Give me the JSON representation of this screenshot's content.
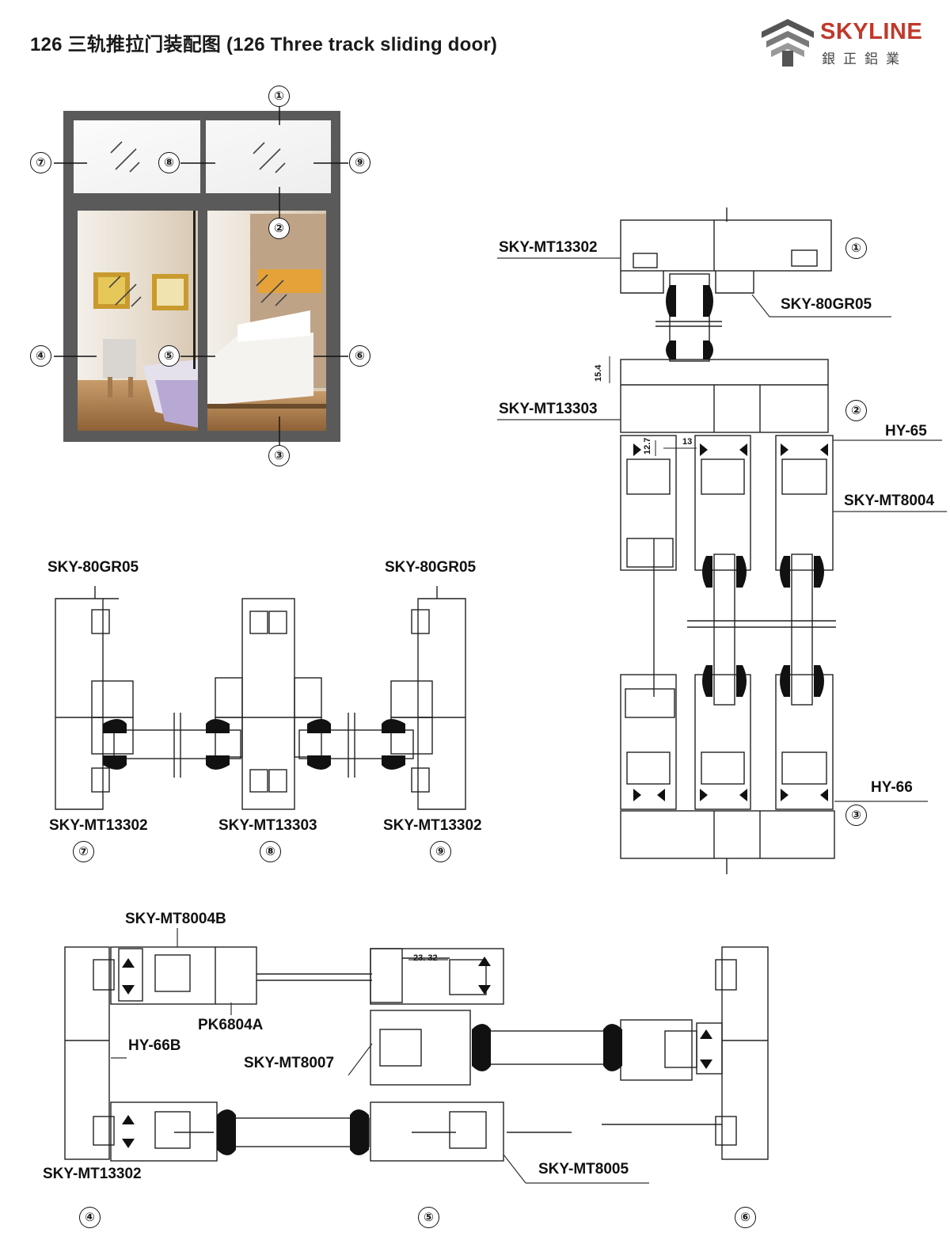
{
  "title": "126 三轨推拉门装配图 (126 Three track sliding door)",
  "logo": {
    "brand": "SKYLINE",
    "subtitle": "銀正鋁業",
    "icon": "skyline-logo-icon",
    "brand_color": "#c0392b"
  },
  "elevation_callouts": [
    "①",
    "②",
    "③",
    "④",
    "⑤",
    "⑥",
    "⑦",
    "⑧",
    "⑨"
  ],
  "vertical_section": {
    "labels": {
      "mt13302": "SKY-MT13302",
      "gr05": "SKY-80GR05",
      "mt13303": "SKY-MT13303",
      "hy65": "HY-65",
      "mt8004": "SKY-MT8004",
      "hy66": "HY-66"
    },
    "callouts": {
      "top": "①",
      "mid": "②",
      "bottom": "③"
    },
    "dims": {
      "d154": "15.4",
      "d127": "12.7",
      "d13": "13"
    }
  },
  "transom_sections": {
    "labels": {
      "gr05_left": "SKY-80GR05",
      "gr05_right": "SKY-80GR05",
      "mt13302_left": "SKY-MT13302",
      "mt13303": "SKY-MT13303",
      "mt13302_right": "SKY-MT13302"
    },
    "callouts": {
      "c7": "⑦",
      "c8": "⑧",
      "c9": "⑨"
    }
  },
  "horizontal_section": {
    "labels": {
      "mt8004b": "SKY-MT8004B",
      "pk6804a": "PK6804A",
      "hy66b": "HY-66B",
      "mt8007": "SKY-MT8007",
      "mt13302": "SKY-MT13302",
      "mt8005": "SKY-MT8005"
    },
    "callouts": {
      "c4": "④",
      "c5": "⑤",
      "c6": "⑥"
    },
    "dims": {
      "d2332": "23. 32"
    }
  }
}
